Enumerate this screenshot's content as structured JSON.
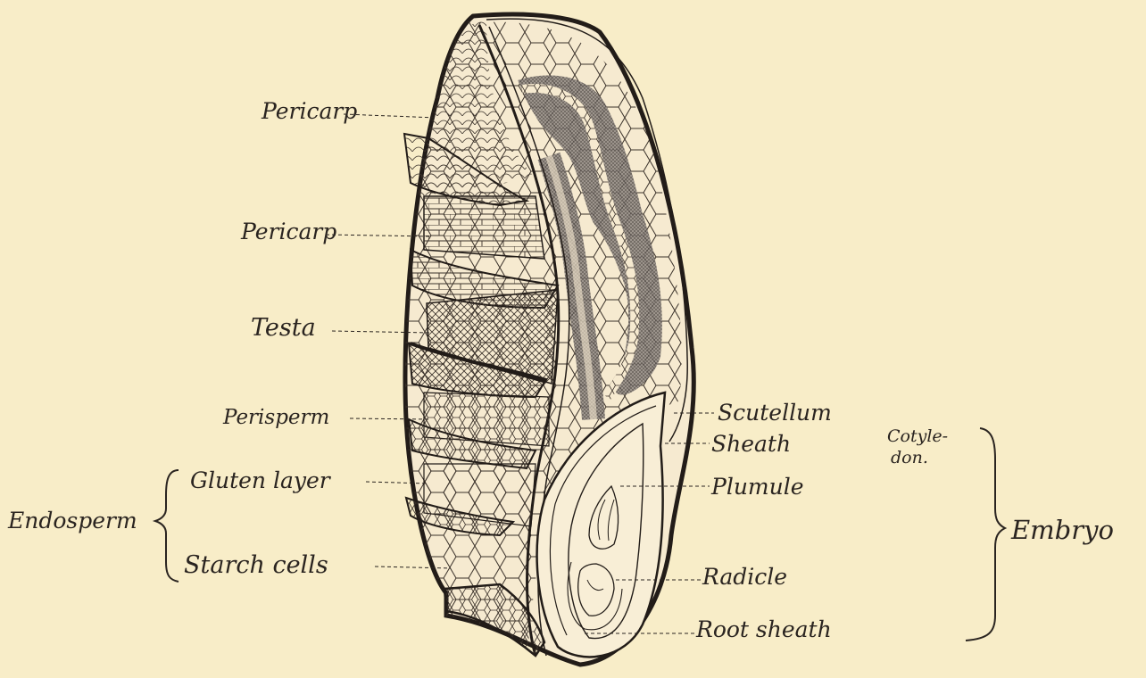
{
  "labels": {
    "pericarp_1": "Pericarp",
    "pericarp_2": "Pericarp",
    "testa": "Testa",
    "perisperm": "Perisperm",
    "gluten_layer": "Gluten layer",
    "starch_cells": "Starch cells",
    "endosperm": "Endosperm",
    "scutellum": "Scutellum",
    "sheath": "Sheath",
    "plumule": "Plumule",
    "radicle": "Radicle",
    "root_sheath": "Root sheath",
    "cotyledon_line1": "Cotyle-",
    "cotyledon_line2": "don.",
    "embryo": "Embryo"
  },
  "colors": {
    "paper": "#f8edc8",
    "ink": "#2a2420",
    "stipple": "#6f6a66"
  }
}
